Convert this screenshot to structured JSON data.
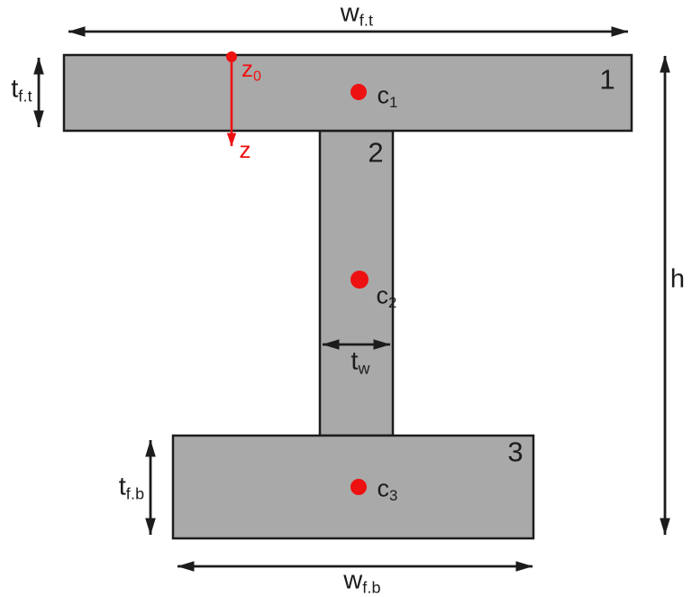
{
  "figure": {
    "kind": "I-beam cross-section diagram",
    "colors": {
      "background": "#ffffff",
      "shape_fill": "#a9a9a9",
      "shape_stroke": "#1c1c1c",
      "accent_red": "#ee1111"
    },
    "parts": [
      {
        "number": "1",
        "name": "top-flange",
        "centroid": {
          "base": "c",
          "sub": "1"
        }
      },
      {
        "number": "2",
        "name": "web",
        "centroid": {
          "base": "c",
          "sub": "2"
        }
      },
      {
        "number": "3",
        "name": "bottom-flange",
        "centroid": {
          "base": "c",
          "sub": "3"
        }
      }
    ],
    "dimensions": {
      "top_flange_width": {
        "base": "w",
        "sub": "f.t"
      },
      "top_flange_thickness": {
        "base": "t",
        "sub": "f.t"
      },
      "web_thickness": {
        "base": "t",
        "sub": "w"
      },
      "bottom_flange_thickness": {
        "base": "t",
        "sub": "f.b"
      },
      "bottom_flange_width": {
        "base": "w",
        "sub": "f.b"
      },
      "total_height": {
        "base": "h",
        "sub": ""
      }
    },
    "axis": {
      "origin": {
        "base": "z",
        "sub": "0"
      },
      "direction": {
        "base": "z",
        "sub": ""
      }
    }
  }
}
